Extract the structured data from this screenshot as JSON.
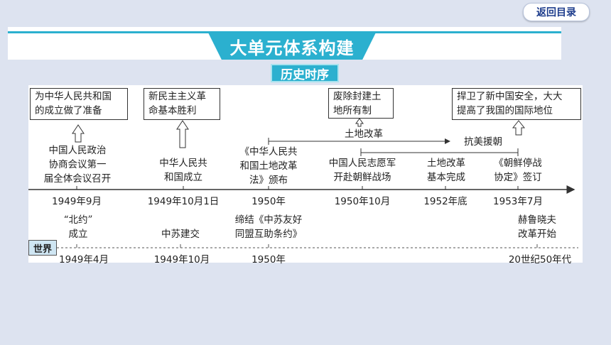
{
  "nav": {
    "return_label": "返回目录"
  },
  "banner": {
    "title": "大单元体系构建"
  },
  "subtitle": "历史时序",
  "top_boxes": [
    {
      "line1": "为中华人民共和国",
      "line2": "的成立做了准备"
    },
    {
      "line1": "新民主主义革",
      "line2": "命基本胜利"
    },
    {
      "line1": "废除封建土",
      "line2": "地所有制"
    },
    {
      "line1": "捍卫了新中国安全，大大",
      "line2": "提高了我国的国际地位"
    }
  ],
  "span_labels": {
    "land_reform": "土地改革",
    "korea": "抗美援朝"
  },
  "china_events": [
    {
      "lines": [
        "中国人民政治",
        "协商会议第一",
        "届全体会议召开"
      ]
    },
    {
      "lines": [
        "中华人民共",
        "和国成立"
      ]
    },
    {
      "lines": [
        "《中华人民共",
        "和国土地改革",
        "法》颁布"
      ]
    },
    {
      "lines": [
        "中国人民志愿军",
        "开赴朝鲜战场"
      ]
    },
    {
      "lines": [
        "土地改革",
        "基本完成"
      ]
    },
    {
      "lines": [
        "《朝鲜停战",
        "协定》签订"
      ]
    }
  ],
  "china_dates": [
    "1949年9月",
    "1949年10月1日",
    "1950年",
    "1950年10月",
    "1952年底",
    "1953年7月"
  ],
  "world": {
    "tag": "世界",
    "events": [
      {
        "lines": [
          "“北约”",
          "成立"
        ]
      },
      {
        "lines": [
          "中苏建交"
        ]
      },
      {
        "lines": [
          "缔结《中苏友好",
          "同盟互助条约》"
        ]
      },
      {
        "lines": [
          "赫鲁晓夫",
          "改革开始"
        ]
      }
    ],
    "dates": [
      "1949年4月",
      "1949年10月",
      "1950年",
      "20世纪50年代"
    ]
  },
  "colors": {
    "accent": "#2bb0cf",
    "page_bg": "#dde3f0",
    "ink": "#222222"
  }
}
